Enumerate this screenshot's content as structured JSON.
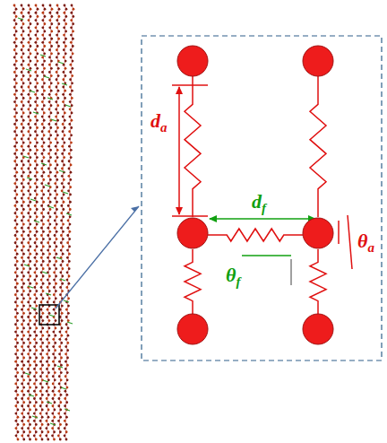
{
  "diagram": {
    "labels": [
      "da",
      "df",
      "θa",
      "θf"
    ]
  }
}
